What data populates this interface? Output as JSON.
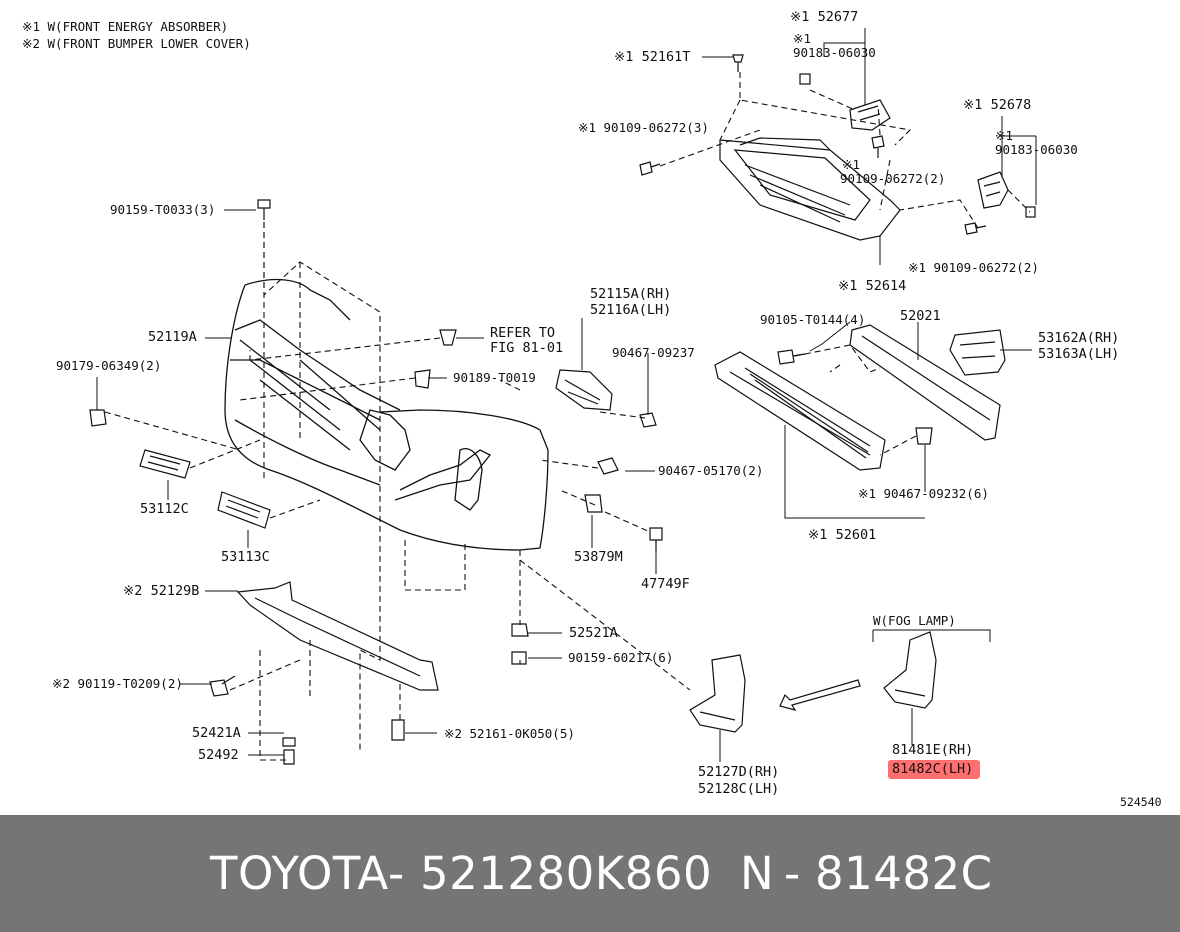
{
  "notes": [
    "※1 W(FRONT ENERGY ABSORBER)",
    "※2 W(FRONT BUMPER LOWER COVER)"
  ],
  "labels": {
    "p52677": "※1 52677",
    "p52161t": "※1 52161T",
    "p90183a_mark": "※1",
    "p90183a": "90183-06030",
    "p90109a": "※1 90109-06272(3)",
    "p90109b_mark": "※1",
    "p90109b": "90109-06272(2)",
    "p52678": "※1 52678",
    "p90183b_mark": "※1",
    "p90183b": "90183-06030",
    "p90109c": "※1 90109-06272(2)",
    "p52614": "※1 52614",
    "p90159t": "90159-T0033(3)",
    "p52119a": "52119A",
    "refer1": "REFER TO",
    "refer2": "FIG 81-01",
    "p90189": "90189-T0019",
    "p90179": "90179-06349(2)",
    "p52115a": "52115A(RH)",
    "p52116a": "52116A(LH)",
    "p90467a": "90467-09237",
    "p90105": "90105-T0144(4)",
    "p52021": "52021",
    "p53162a": "53162A(RH)",
    "p53163a": "53163A(LH)",
    "p90467b": "90467-05170(2)",
    "p90467c": "※1 90467-09232(6)",
    "p53112c": "53112C",
    "p53113c": "53113C",
    "p53879m": "53879M",
    "p47749f": "47749F",
    "p52601": "※1 52601",
    "p52129b": "※2 52129B",
    "p52521a": "52521A",
    "p90159b": "90159-60217(6)",
    "p90119": "※2 90119-T0209(2)",
    "p52421a": "52421A",
    "p52492": "52492",
    "p52161b": "※2 52161-0K050(5)",
    "foglamp": "W(FOG LAMP)",
    "p52127d": "52127D(RH)",
    "p52128c": "52128C(LH)",
    "p81481e": "81481E(RH)",
    "p81482c": "81482C(LH)",
    "ref_code": "524540"
  },
  "footer": {
    "brand": "TOYOTA",
    "sep1": "-",
    "part_number": "521280K860",
    "prefix": "N",
    "sep2": "-",
    "number": "81482C"
  },
  "highlight_color": "#ff6f6f",
  "footer_color": "#757575"
}
